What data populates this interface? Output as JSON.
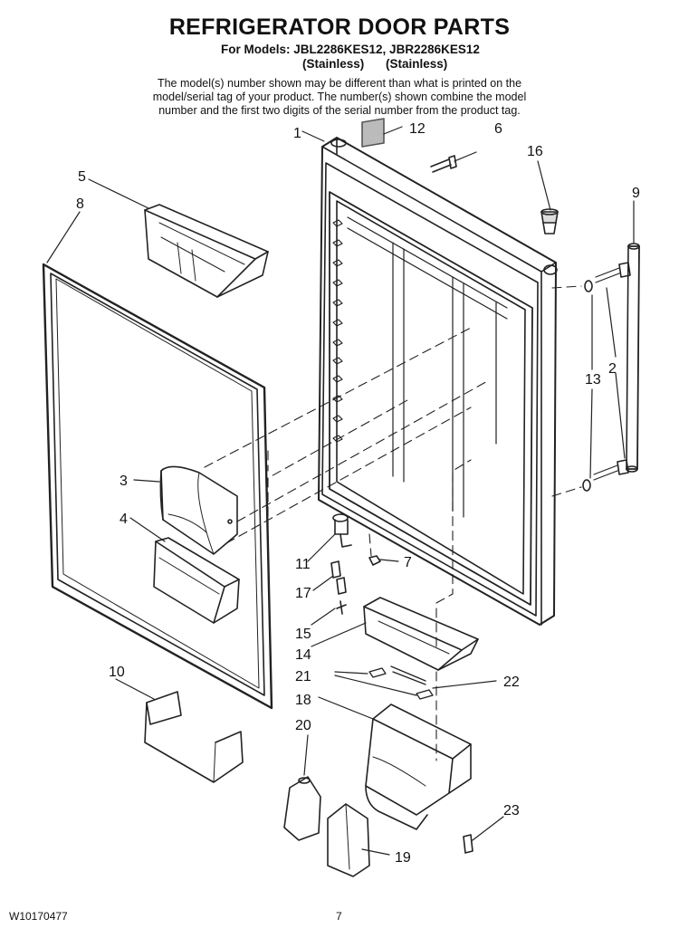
{
  "header": {
    "title": "REFRIGERATOR DOOR PARTS",
    "models_line": "For Models: JBL2286KES12, JBR2286KES12",
    "finish_1": "(Stainless)",
    "finish_2": "(Stainless)",
    "note_lines": [
      "The model(s) number shown may be different than what is printed on the",
      "model/serial tag of your product. The number(s) shown combine the model",
      "number and the first two digits of the serial number from the product tag."
    ]
  },
  "callouts": {
    "c1": "1",
    "c2": "2",
    "c3": "3",
    "c4": "4",
    "c5": "5",
    "c6": "6",
    "c7": "7",
    "c8": "8",
    "c9": "9",
    "c10": "10",
    "c11": "11",
    "c12": "12",
    "c13": "13",
    "c14": "14",
    "c15": "15",
    "c16": "16",
    "c17": "17",
    "c18": "18",
    "c19": "19",
    "c20": "20",
    "c21": "21",
    "c22": "22",
    "c23": "23"
  },
  "footer": {
    "doc_number": "W10170477",
    "page_number": "7"
  }
}
